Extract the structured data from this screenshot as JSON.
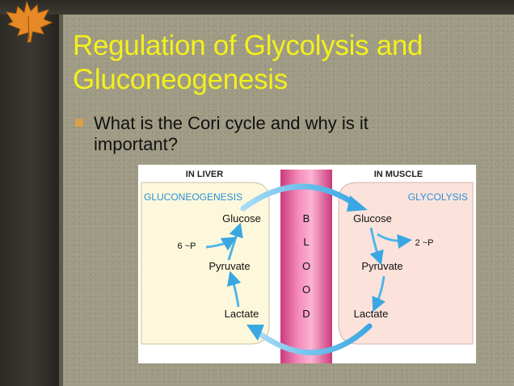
{
  "slide": {
    "title_line1": "Regulation of Glycolysis and",
    "title_line2": "Gluconeogenesis",
    "bullet_line1": "What is the Cori cycle and why is it",
    "bullet_line2": "important?"
  },
  "figure": {
    "liver_header": "IN LIVER",
    "muscle_header": "IN MUSCLE",
    "liver_process": "GLUCONEOGENESIS",
    "muscle_process": "GLYCOLYSIS",
    "liver_glucose": "Glucose",
    "liver_pyruvate": "Pyruvate",
    "liver_lactate": "Lactate",
    "liver_energy": "6 ~P",
    "muscle_glucose": "Glucose",
    "muscle_pyruvate": "Pyruvate",
    "muscle_lactate": "Lactate",
    "muscle_energy": "2 ~P",
    "blood_letters": [
      "B",
      "L",
      "O",
      "O",
      "D"
    ]
  },
  "colors": {
    "title": "#f3f01c",
    "bullet": "#d8a14a",
    "liver_bg": "#fdf8dc",
    "muscle_bg": "#fbe3dc",
    "blood": "#e0579a",
    "process_text": "#2a8fd6",
    "arrow": "#4fb6e9"
  }
}
